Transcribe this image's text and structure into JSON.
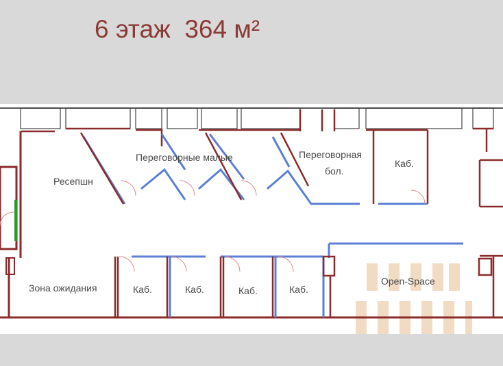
{
  "header": {
    "title": "6 этаж  364 м²"
  },
  "floor_plan": {
    "rooms": {
      "reception": "Ресепшн",
      "meeting_small": "Переговорные малые",
      "meeting_large_line1": "Переговорная",
      "meeting_large_line2": "бол.",
      "office_top": "Каб.",
      "waiting_area": "Зона ожидания",
      "office_1": "Каб.",
      "office_2": "Каб.",
      "office_3": "Каб.",
      "office_4": "Каб.",
      "open_space": "Open-Space"
    },
    "colors": {
      "wall": "#8b2a2a",
      "partition": "#5b7fd6",
      "title": "#8b3a35",
      "watermark": "#e8c49a"
    }
  }
}
